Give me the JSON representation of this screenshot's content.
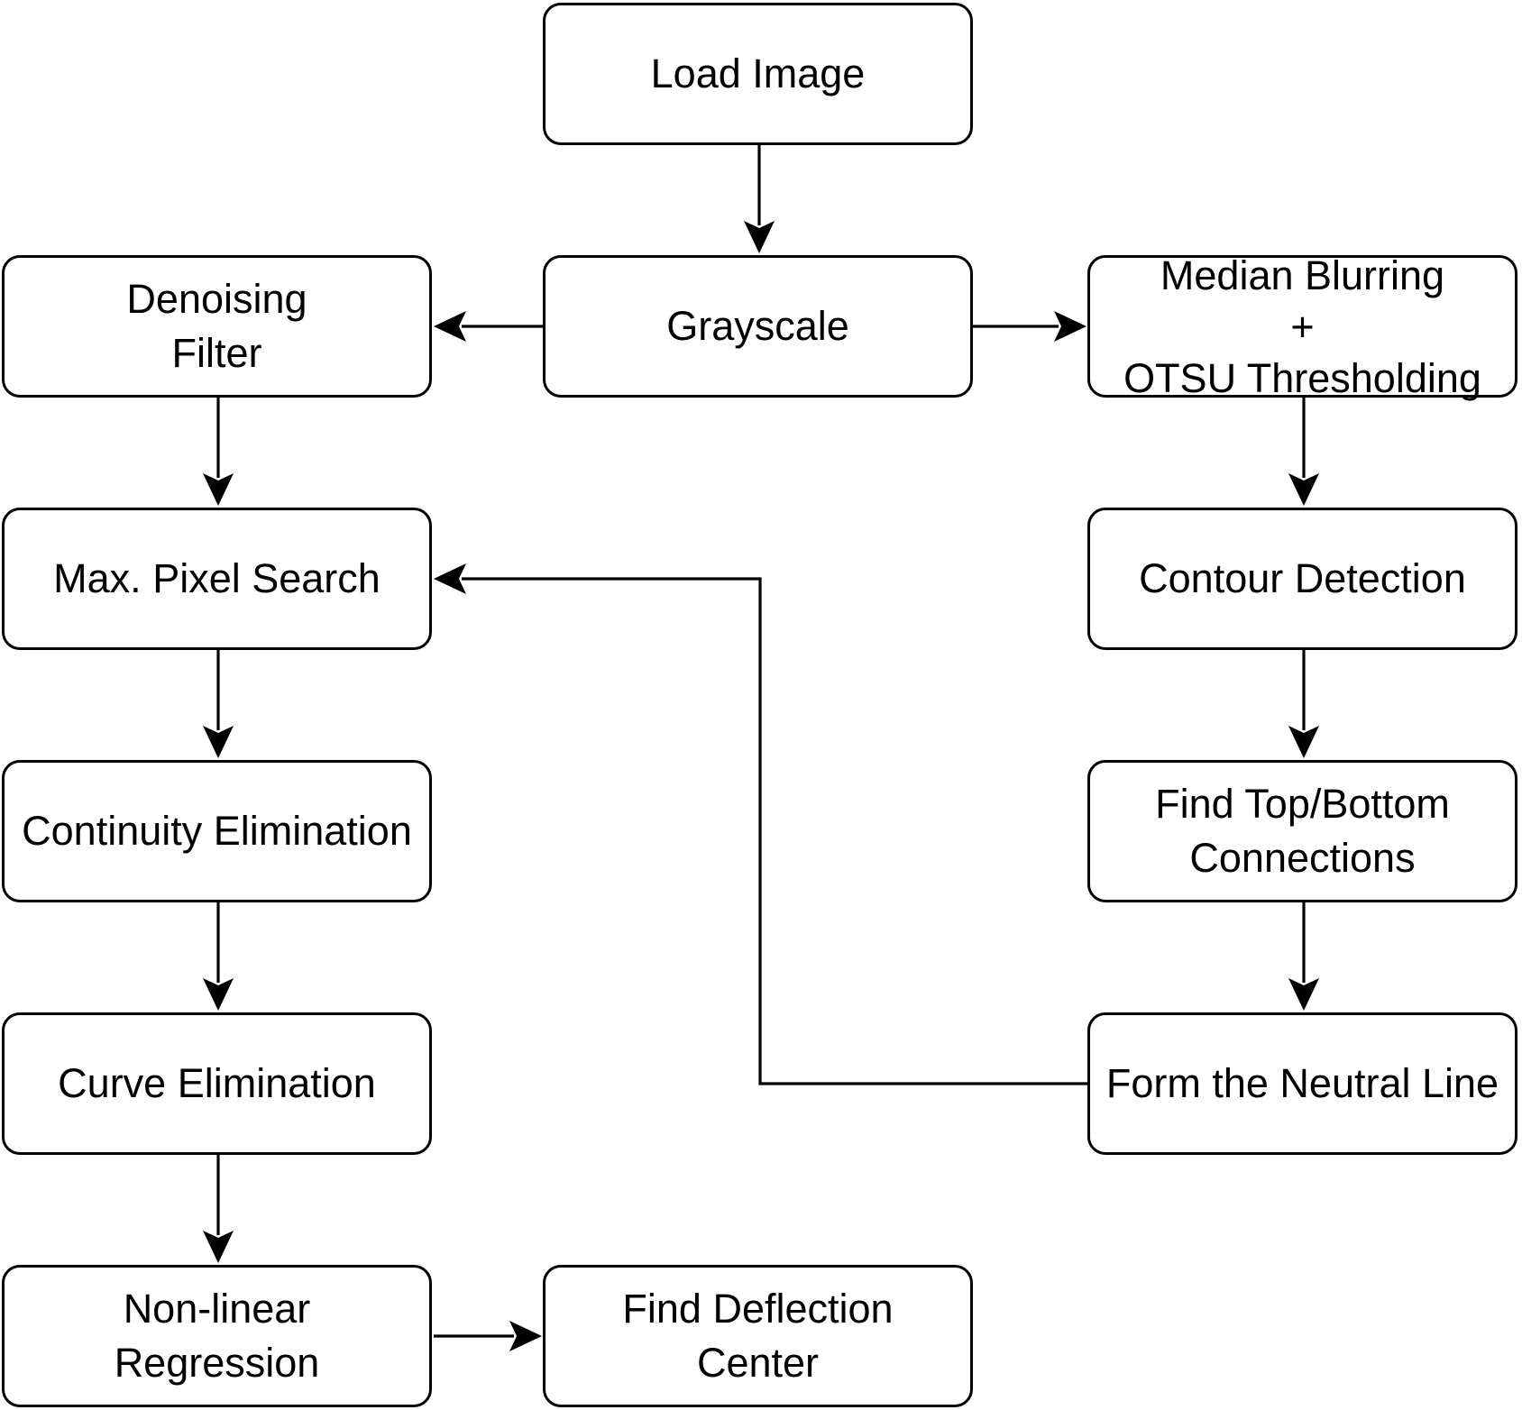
{
  "nodes": {
    "load_image": "Load Image",
    "grayscale": "Grayscale",
    "denoising_filter": "Denoising\nFilter",
    "median_otsu": "Median Blurring\n+\nOTSU Thresholding",
    "max_pixel_search": "Max. Pixel Search",
    "contour_detection": "Contour Detection",
    "continuity_elimination": "Continuity Elimination",
    "find_top_bottom": "Find Top/Bottom\nConnections",
    "curve_elimination": "Curve Elimination",
    "form_neutral_line": "Form the Neutral Line",
    "nonlinear_regression": "Non-linear\nRegression",
    "find_deflection_center": "Find Deflection\nCenter"
  },
  "edges": [
    {
      "from": "load_image",
      "to": "grayscale"
    },
    {
      "from": "grayscale",
      "to": "denoising_filter"
    },
    {
      "from": "grayscale",
      "to": "median_otsu"
    },
    {
      "from": "denoising_filter",
      "to": "max_pixel_search"
    },
    {
      "from": "median_otsu",
      "to": "contour_detection"
    },
    {
      "from": "max_pixel_search",
      "to": "continuity_elimination"
    },
    {
      "from": "contour_detection",
      "to": "find_top_bottom"
    },
    {
      "from": "continuity_elimination",
      "to": "curve_elimination"
    },
    {
      "from": "find_top_bottom",
      "to": "form_neutral_line"
    },
    {
      "from": "form_neutral_line",
      "to": "max_pixel_search"
    },
    {
      "from": "curve_elimination",
      "to": "nonlinear_regression"
    },
    {
      "from": "nonlinear_regression",
      "to": "find_deflection_center"
    }
  ]
}
